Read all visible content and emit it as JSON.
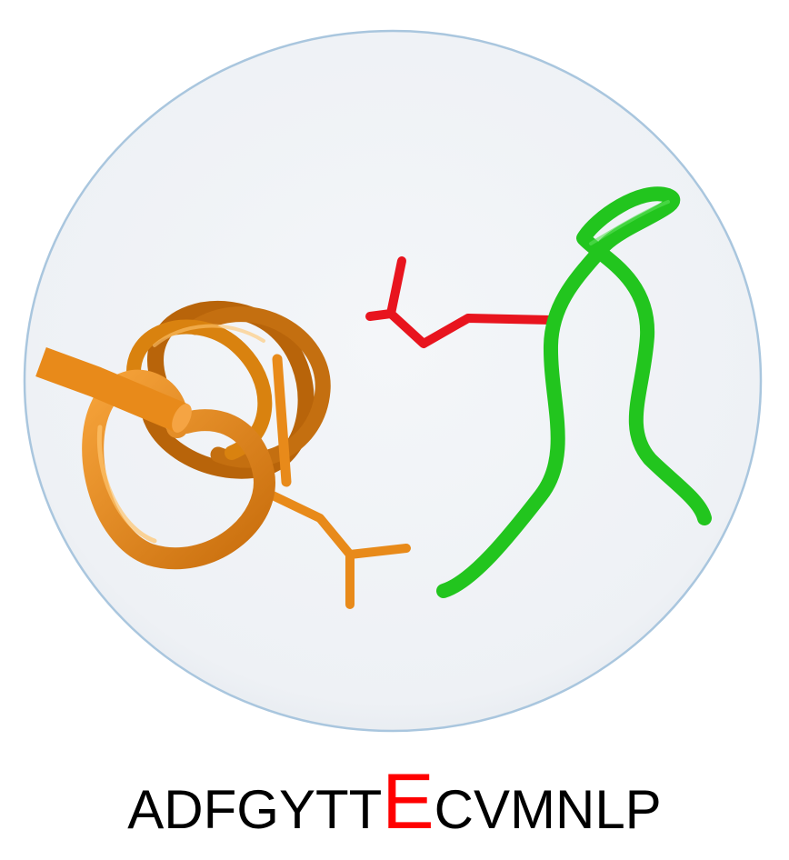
{
  "sequence": {
    "prefix": "ADFGYTT",
    "mutated_residue": "E",
    "suffix": "CVMNLP"
  },
  "colors": {
    "helix_chain": "#E88A1A",
    "coil_chain": "#22C51E",
    "mutated_residue": "#E8141E",
    "mutated_letter": "#FF0000",
    "sequence_text": "#000000",
    "circle_fill": "#F0F3F7",
    "circle_border": "#A9C6DE"
  }
}
